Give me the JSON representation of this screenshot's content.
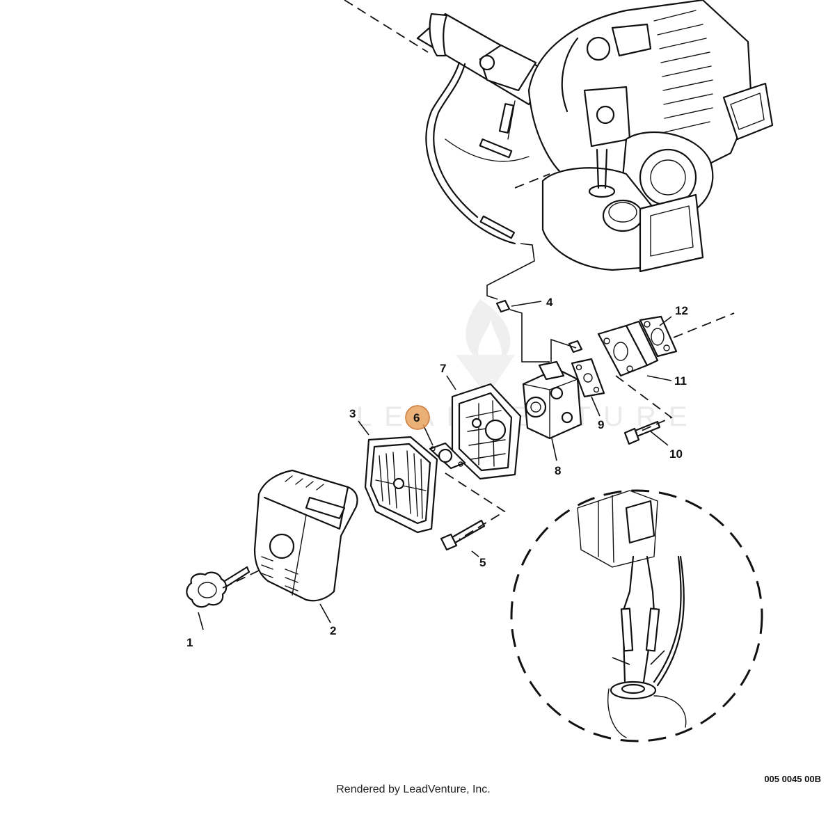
{
  "diagram": {
    "drawing_number": "005 0045 00B",
    "credit": "Rendered by LeadVenture, Inc.",
    "watermark_text": "LEADVENTURE",
    "highlight_color": "#e7a35f",
    "highlighted_part": "6",
    "callouts": [
      "1",
      "2",
      "3",
      "4",
      "5",
      "6",
      "7",
      "8",
      "9",
      "10",
      "11",
      "12"
    ]
  }
}
